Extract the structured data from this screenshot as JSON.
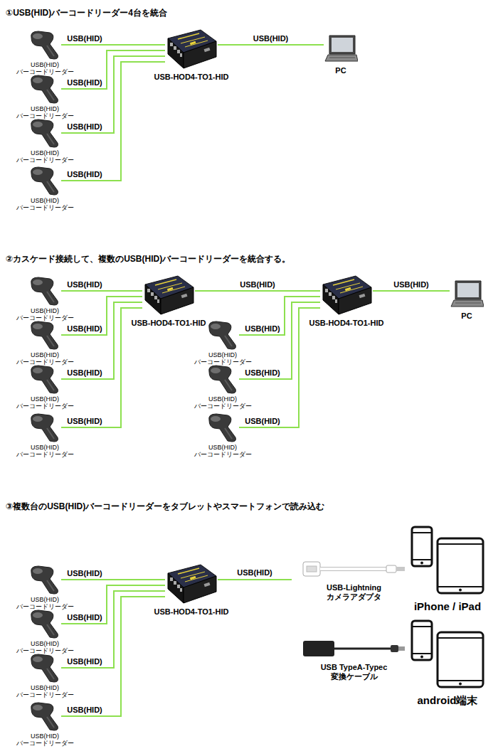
{
  "diagram": {
    "nodes": [
      {
        "text": [
          "USB(HID) バーコードリーダー"
        ]
      },
      {
        "text": [
          "USB(HID) バーコードリーダー"
        ]
      },
      {
        "text": [
          "USB(HID) バーコードリーダー"
        ]
      },
      {
        "text": [
          "USB(HID) バーコードリーダー"
        ]
      },
      {
        "text": [
          "USB-HOD4-TO1-HID"
        ]
      },
      {
        "text": [
          "PC"
        ]
      },
      {
        "text": [
          "USB(HID) バーコードリーダー"
        ]
      },
      {
        "text": [
          "USB(HID) バーコードリーダー"
        ]
      },
      {
        "text": [
          "USB(HID) バーコードリーダー"
        ]
      },
      {
        "text": [
          "USB(HID) バーコードリーダー"
        ]
      },
      {
        "text": [
          "USB-HOD4-TO1-HID"
        ]
      },
      {
        "text": [
          "USB(HID) バーコードリーダー"
        ]
      },
      {
        "text": [
          "USB(HID) バーコードリーダー"
        ]
      },
      {
        "text": [
          "USB(HID) バーコードリーダー"
        ]
      },
      {
        "text": [
          "USB-HOD4-TO1-HID"
        ]
      },
      {
        "text": [
          "PC"
        ]
      },
      {
        "text": [
          "USB(HID) バーコードリーダー"
        ]
      },
      {
        "text": [
          "USB(HID) バーコードリーダー"
        ]
      },
      {
        "text": [
          "USB(HID) バーコードリーダー"
        ]
      },
      {
        "text": [
          "USB(HID) バーコードリーダー"
        ]
      },
      {
        "text": [
          "USB-HOD4-TO1-HID"
        ]
      },
      {
        "text": [
          "USB-Lightning カメラアダプタ"
        ]
      },
      {
        "text": [
          "iPhone / iPad"
        ]
      },
      {
        "text": [
          "USB TypeA-Typec 変換ケーブル"
        ]
      },
      {
        "text": [
          "android端末"
        ]
      }
    ],
    "edges": [
      {
        "from": 0,
        "to": 4,
        "arrow": "none",
        "label": "USB(HID)"
      },
      {
        "from": 1,
        "to": 4,
        "arrow": "none",
        "label": "USB(HID)"
      },
      {
        "from": 2,
        "to": 4,
        "arrow": "none",
        "label": "USB(HID)"
      },
      {
        "from": 3,
        "to": 4,
        "arrow": "none",
        "label": "USB(HID)"
      },
      {
        "from": 4,
        "to": 5,
        "arrow": "none",
        "label": "USB(HID)"
      },
      {
        "from": 6,
        "to": 10,
        "arrow": "none",
        "label": "USB(HID)"
      },
      {
        "from": 7,
        "to": 10,
        "arrow": "none",
        "label": "USB(HID)"
      },
      {
        "from": 8,
        "to": 10,
        "arrow": "none",
        "label": "USB(HID)"
      },
      {
        "from": 9,
        "to": 10,
        "arrow": "none",
        "label": "USB(HID)"
      },
      {
        "from": 10,
        "to": 14,
        "arrow": "none",
        "label": "USB(HID)"
      },
      {
        "from": 11,
        "to": 14,
        "arrow": "none",
        "label": "USB(HID)"
      },
      {
        "from": 12,
        "to": 14,
        "arrow": "none",
        "label": "USB(HID)"
      },
      {
        "from": 13,
        "to": 14,
        "arrow": "none",
        "label": "USB(HID)"
      },
      {
        "from": 14,
        "to": 15,
        "arrow": "none",
        "label": "USB(HID)"
      },
      {
        "from": 16,
        "to": 20,
        "arrow": "none",
        "label": "USB(HID)"
      },
      {
        "from": 17,
        "to": 20,
        "arrow": "none",
        "label": "USB(HID)"
      },
      {
        "from": 18,
        "to": 20,
        "arrow": "none",
        "label": "USB(HID)"
      },
      {
        "from": 19,
        "to": 20,
        "arrow": "none",
        "label": "USB(HID)"
      }
    ],
    "labels": [
      "①USB(HID)バーコードリーダー4台を統合",
      "②カスケード接続して、複数のUSB(HID)バーコードリーダーを統合する。",
      "③複数台のUSB(HID)バーコードリーダーをタブレットやスマートフォンで読み込む",
      "USB(HID)"
    ]
  }
}
